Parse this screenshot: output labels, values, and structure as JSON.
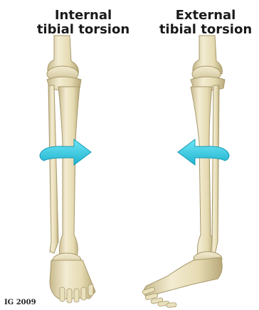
{
  "titles": {
    "left_line1": "Internal",
    "left_line2": "tibial torsion",
    "right_line1": "External",
    "right_line2": "tibial torsion"
  },
  "credit": "IG 2009",
  "colors": {
    "bone_light": "#efe7c9",
    "bone_mid": "#ddd1a6",
    "bone_shadow": "#b9ab7e",
    "arrow": "#3cd3ec",
    "arrow_dark": "#1fa9c4",
    "background": "#ffffff"
  },
  "legs": [
    {
      "id": "internal",
      "arrow_direction": "right",
      "foot_orientation": "pointing-down-inward"
    },
    {
      "id": "external",
      "arrow_direction": "left",
      "foot_orientation": "pointing-outward-left"
    }
  ]
}
